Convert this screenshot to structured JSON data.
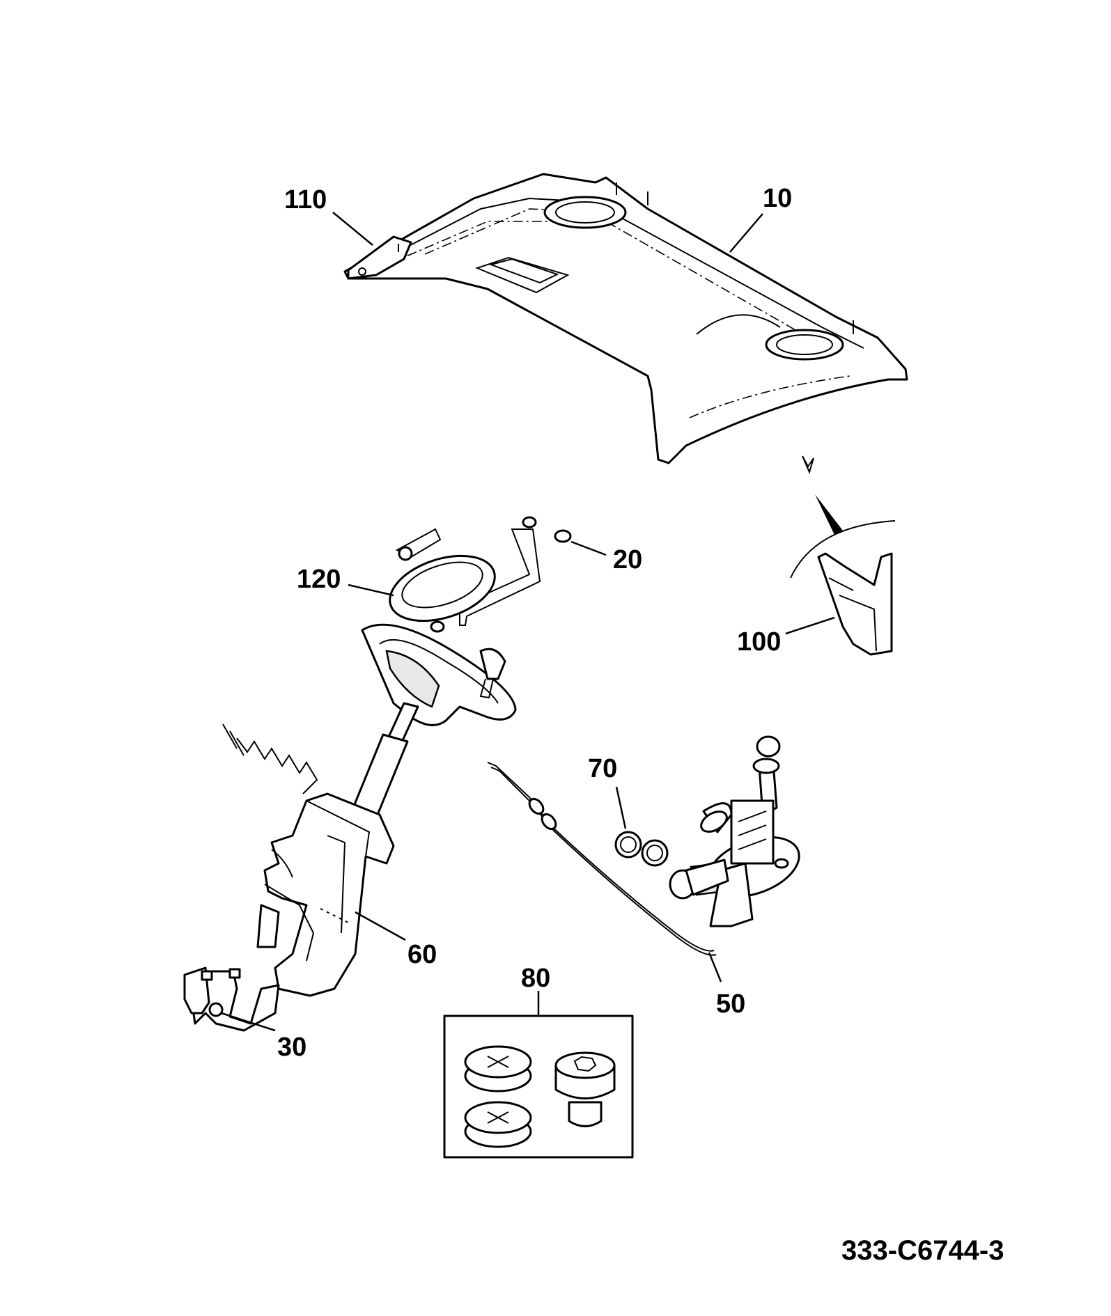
{
  "callouts": {
    "c110": "110",
    "c10": "10",
    "c20": "20",
    "c120": "120",
    "c100": "100",
    "c70": "70",
    "c60": "60",
    "c80": "80",
    "c50": "50",
    "c30": "30"
  },
  "drawing_number": "333-C6744-3"
}
